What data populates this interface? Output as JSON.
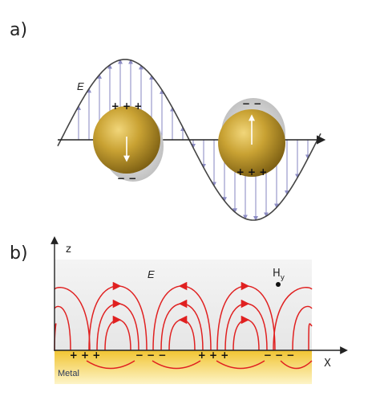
{
  "panel_a": {
    "label": "a)",
    "field_label": "E",
    "particle_left": {
      "top_charges": "+ + +",
      "bottom_charges": "− −"
    },
    "particle_right": {
      "top_charges": "− −",
      "bottom_charges": "+ + +"
    }
  },
  "panel_b": {
    "label": "b)",
    "z_axis_label": "z",
    "x_axis_label": "X",
    "field_label": "E",
    "h_label": "H",
    "h_subscript": "y",
    "metal_label": "Metal",
    "surface_charges": [
      "+ + +",
      "− − −",
      "+ + +",
      "− − −"
    ]
  },
  "colors": {
    "field_lines": "#e02020",
    "e_vectors": "#9a9acc",
    "metal_top": "#f3c93b",
    "metal_bottom": "#fdf3c5",
    "particle_gold": "#c8a22e",
    "particle_shadow": "#cfcfcf"
  }
}
